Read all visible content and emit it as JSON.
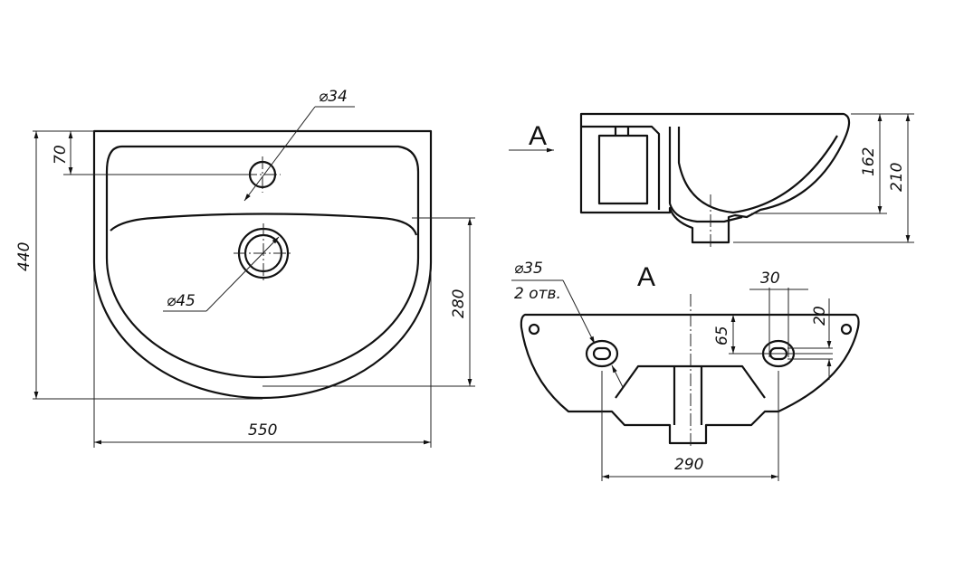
{
  "front_view": {
    "dim_faucet_hole": "⌀34",
    "dim_hole_offset": "70",
    "dim_depth": "440",
    "dim_drain": "⌀45",
    "dim_bowl": "280",
    "dim_width": "550"
  },
  "side_view": {
    "view_marker": "A",
    "dim_bowl_height": "162",
    "dim_height": "210"
  },
  "view_a": {
    "title": "A",
    "dim_mount_hole": "⌀35",
    "dim_mount_hole_count": "2 отв.",
    "dim_slot_width": "30",
    "dim_slot_offset": "20",
    "dim_hole_height": "65",
    "dim_hole_spacing": "290"
  }
}
